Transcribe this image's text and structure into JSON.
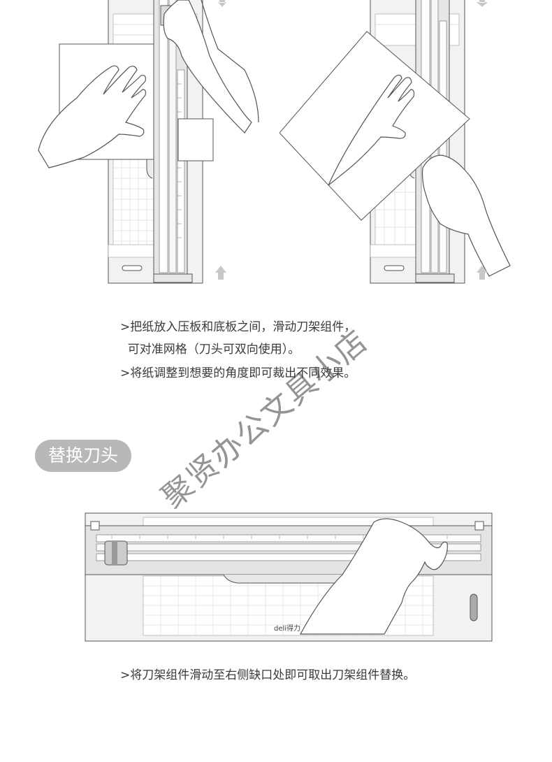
{
  "instructions_top": {
    "line1": ">把纸放入压板和底板之间，滑动刀架组件，",
    "line2": "  可对准网格（刀头可双向使用）。",
    "line3": ">将纸调整到想要的角度即可裁出不同效果。"
  },
  "section": {
    "title": "替换刀头"
  },
  "instructions_bottom": {
    "line1": ">将刀架组件滑动至右侧缺口处即可取出刀架组件替换。"
  },
  "watermark": "聚贤办公文具小店",
  "device_brand": "deli得力",
  "colors": {
    "line": "#555555",
    "frame": "#e8e8e8",
    "grid": "#c9c9c9",
    "pill": "#b8b8b8"
  }
}
